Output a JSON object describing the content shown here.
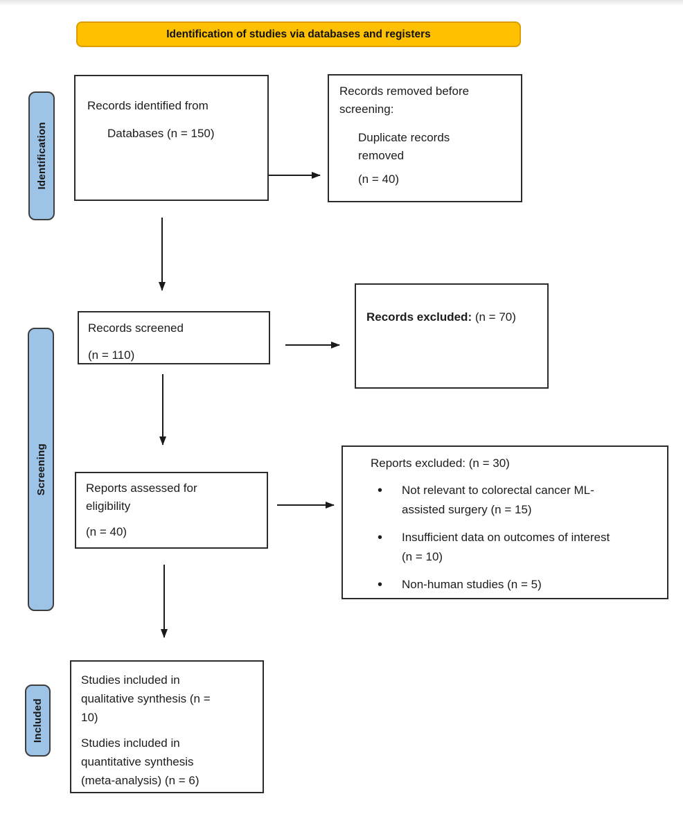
{
  "diagram": {
    "title_banner": "Identification of studies via databases and registers",
    "colors": {
      "banner_fill": "#FFC000",
      "banner_border": "#DA9E00",
      "stage_fill": "#9DC3E6",
      "stage_border": "#3D3D3D",
      "box_border": "#2B2B2B",
      "arrow": "#1A1A1A",
      "text": "#1C1C1C"
    },
    "stages": {
      "identification": "Identification",
      "screening": "Screening",
      "included": "Included"
    },
    "boxes": {
      "identified": {
        "line1": "Records identified from",
        "source": "Databases (n = 150)"
      },
      "removed": {
        "heading": "Records removed before screening:",
        "item": "Duplicate records\nremoved",
        "count": "(n = 40)"
      },
      "screened": {
        "line1": "Records screened",
        "count": "(n = 110)"
      },
      "records_excluded": {
        "label_bold": "Records excluded:",
        "count": "(n = 70)"
      },
      "assessed": {
        "line1": "Reports assessed for\neligibility",
        "count": "(n = 40)"
      },
      "reports_excluded": {
        "heading": "Reports excluded: (n = 30)",
        "bullets": [
          "Not relevant to colorectal cancer ML-\nassisted surgery (n = 15)",
          "Insufficient data on outcomes of interest\n(n = 10)",
          "Non-human studies (n = 5)"
        ]
      },
      "included": {
        "p1": "Studies included in\nqualitative synthesis (n =\n10)",
        "p2": "Studies included in\nquantitative synthesis\n(meta-analysis) (n = 6)"
      }
    }
  }
}
